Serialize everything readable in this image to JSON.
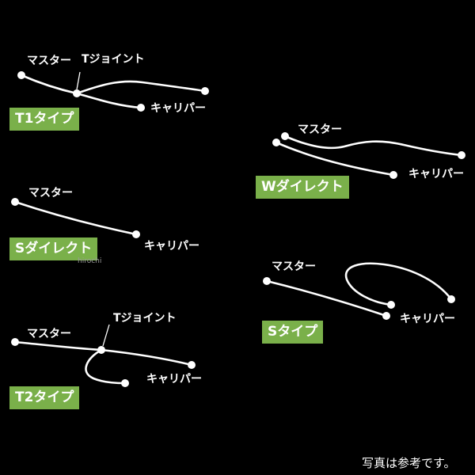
{
  "types": [
    {
      "id": "t1",
      "name": "T1タイプ",
      "master": "マスター",
      "joint": "Tジョイント",
      "caliper": "キャリパー"
    },
    {
      "id": "s-direct",
      "name": "Sダイレクト",
      "master": "マスター",
      "caliper": "キャリパー"
    },
    {
      "id": "t2",
      "name": "T2タイプ",
      "master": "マスター",
      "joint": "Tジョイント",
      "caliper": "キャリパー"
    },
    {
      "id": "w-direct",
      "name": "Wダイレクト",
      "master": "マスター",
      "caliper": "キャリパー"
    },
    {
      "id": "s-type",
      "name": "Sタイプ",
      "master": "マスター",
      "caliper": "キャリパー"
    }
  ],
  "watermark": "hirochi",
  "footnote": "写真は参考です。",
  "colors": {
    "background": "#000000",
    "hose": "#ffffff",
    "badge": "#7ab04a",
    "text": "#ffffff"
  }
}
